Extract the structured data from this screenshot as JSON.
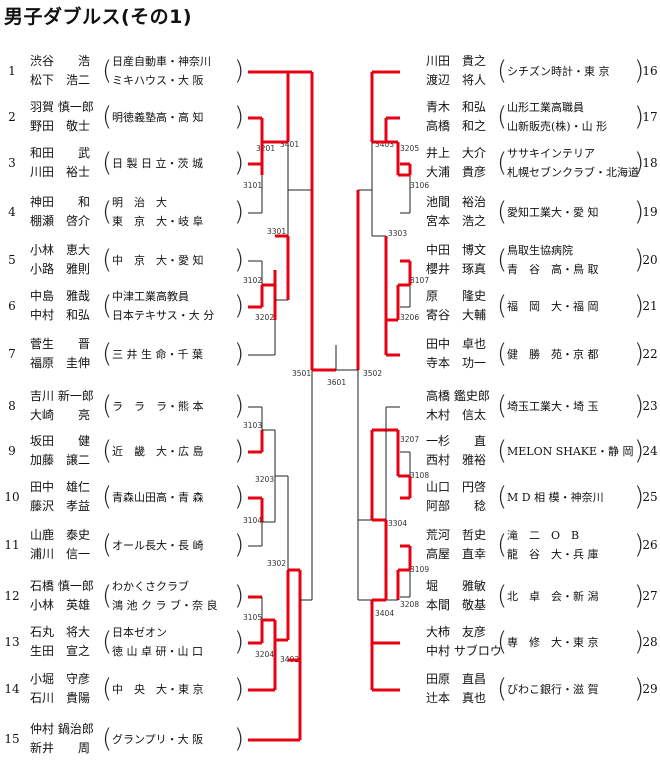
{
  "title": "男子ダブルス(その1)",
  "left": [
    {
      "num": "1",
      "p1": "渋谷　　浩",
      "p2": "松下　浩二",
      "aff": [
        "日産自動車・神奈川",
        "ミキハウス・大 阪"
      ]
    },
    {
      "num": "2",
      "p1": "羽賀 慎一郎",
      "p2": "野田　敬士",
      "aff": [
        "明徳義塾高・高 知"
      ]
    },
    {
      "num": "3",
      "p1": "和田　　武",
      "p2": "川田　裕士",
      "aff": [
        "日 製 日 立・茨 城"
      ]
    },
    {
      "num": "4",
      "p1": "神田　　和",
      "p2": "棚瀬　啓介",
      "aff": [
        "明　治　大",
        "東　京　大・岐 阜"
      ]
    },
    {
      "num": "5",
      "p1": "小林　恵大",
      "p2": "小路　雅則",
      "aff": [
        "中　京　大・愛 知"
      ]
    },
    {
      "num": "6",
      "p1": "中島　雅哉",
      "p2": "中村　和弘",
      "aff": [
        "中津工業高教員",
        "日本テキサス・大 分"
      ]
    },
    {
      "num": "7",
      "p1": "菅生　　晋",
      "p2": "福原　圭伸",
      "aff": [
        "三 井 生 命・千 葉"
      ]
    },
    {
      "num": "8",
      "p1": "吉川 新一郎",
      "p2": "大崎　　亮",
      "aff": [
        "ラ　ラ　ラ・熊 本"
      ]
    },
    {
      "num": "9",
      "p1": "坂田　　健",
      "p2": "加藤　譲二",
      "aff": [
        "近　畿　大・広 島"
      ]
    },
    {
      "num": "10",
      "p1": "田中　雄仁",
      "p2": "藤沢　孝益",
      "aff": [
        "青森山田高・青 森"
      ]
    },
    {
      "num": "11",
      "p1": "山鹿　泰史",
      "p2": "浦川　信一",
      "aff": [
        "オール長大・長 崎"
      ]
    },
    {
      "num": "12",
      "p1": "石橋 慎一郎",
      "p2": "小林　英雄",
      "aff": [
        "わかくさクラブ",
        "鴻 池 ク ラ ブ・奈 良"
      ]
    },
    {
      "num": "13",
      "p1": "石丸　将大",
      "p2": "生田　宣之",
      "aff": [
        "日本ゼオン",
        "徳 山 卓 研・山 口"
      ]
    },
    {
      "num": "14",
      "p1": "小堀　守彦",
      "p2": "石川　貴陽",
      "aff": [
        "中　央　大・東 京"
      ]
    },
    {
      "num": "15",
      "p1": "仲村 鍋治郎",
      "p2": "新井　　周",
      "aff": [
        "グランプリ・大 阪"
      ]
    }
  ],
  "right": [
    {
      "num": "16",
      "p1": "川田　貴之",
      "p2": "渡辺　将人",
      "aff": [
        "シチズン時計・東 京"
      ]
    },
    {
      "num": "17",
      "p1": "青木　和弘",
      "p2": "高橋　和之",
      "aff": [
        "山形工業高職員",
        "山新販売(株)・山 形"
      ]
    },
    {
      "num": "18",
      "p1": "井上　大介",
      "p2": "大浦　貴彦",
      "aff": [
        "ササキインテリア",
        "札幌セブンクラブ・北海道"
      ]
    },
    {
      "num": "19",
      "p1": "池間　裕治",
      "p2": "宮本　浩之",
      "aff": [
        "愛知工業大・愛 知"
      ]
    },
    {
      "num": "20",
      "p1": "中田　博文",
      "p2": "櫻井　琢真",
      "aff": [
        "鳥取生協病院",
        "青　谷　高・鳥 取"
      ]
    },
    {
      "num": "21",
      "p1": "原　　隆史",
      "p2": "寄谷　大輔",
      "aff": [
        "福　岡　大・福 岡"
      ]
    },
    {
      "num": "22",
      "p1": "田中　卓也",
      "p2": "寺本　功一",
      "aff": [
        "健　勝　苑・京 都"
      ]
    },
    {
      "num": "23",
      "p1": "高橋 鑑史郎",
      "p2": "木村　信太",
      "aff": [
        "埼玉工業大・埼 玉"
      ]
    },
    {
      "num": "24",
      "p1": "一杉　　直",
      "p2": "西村　雅裕",
      "aff": [
        "MELON SHAKE・静 岡"
      ]
    },
    {
      "num": "25",
      "p1": "山口　円啓",
      "p2": "阿部　　稔",
      "aff": [
        "M D 相 模・神奈川"
      ]
    },
    {
      "num": "26",
      "p1": "荒河　哲史",
      "p2": "高屋　直幸",
      "aff": [
        "滝　二　O　B",
        "龍　谷　大・兵 庫"
      ]
    },
    {
      "num": "27",
      "p1": "堀　　雅敏",
      "p2": "本間　敬基",
      "aff": [
        "北　卓　会・新 潟"
      ]
    },
    {
      "num": "28",
      "p1": "大柿　友彦",
      "p2": "中村 サブロウ",
      "aff": [
        "専　修　大・東 京"
      ]
    },
    {
      "num": "29",
      "p1": "田原　直昌",
      "p2": "辻本　真也",
      "aff": [
        "びわこ銀行・滋 賀"
      ]
    }
  ],
  "match_labels": [
    {
      "id": "3201",
      "side": "left"
    },
    {
      "id": "3101",
      "side": "left"
    },
    {
      "id": "3401",
      "side": "left"
    },
    {
      "id": "3301",
      "side": "left"
    },
    {
      "id": "3102",
      "side": "left"
    },
    {
      "id": "3202",
      "side": "left"
    },
    {
      "id": "3501",
      "side": "left"
    },
    {
      "id": "3601",
      "side": "center"
    },
    {
      "id": "3103",
      "side": "left"
    },
    {
      "id": "3203",
      "side": "left"
    },
    {
      "id": "3104",
      "side": "left"
    },
    {
      "id": "3302",
      "side": "left"
    },
    {
      "id": "3105",
      "side": "left"
    },
    {
      "id": "3204",
      "side": "left"
    },
    {
      "id": "3402",
      "side": "left"
    },
    {
      "id": "3403",
      "side": "right"
    },
    {
      "id": "3205",
      "side": "right"
    },
    {
      "id": "3106",
      "side": "right"
    },
    {
      "id": "3303",
      "side": "right"
    },
    {
      "id": "3107",
      "side": "right"
    },
    {
      "id": "3206",
      "side": "right"
    },
    {
      "id": "3502",
      "side": "right"
    },
    {
      "id": "3207",
      "side": "right"
    },
    {
      "id": "3108",
      "side": "right"
    },
    {
      "id": "3304",
      "side": "right"
    },
    {
      "id": "3109",
      "side": "right"
    },
    {
      "id": "3208",
      "side": "right"
    },
    {
      "id": "3404",
      "side": "right"
    }
  ],
  "colors": {
    "winner": "#e60012",
    "line": "#222222"
  }
}
